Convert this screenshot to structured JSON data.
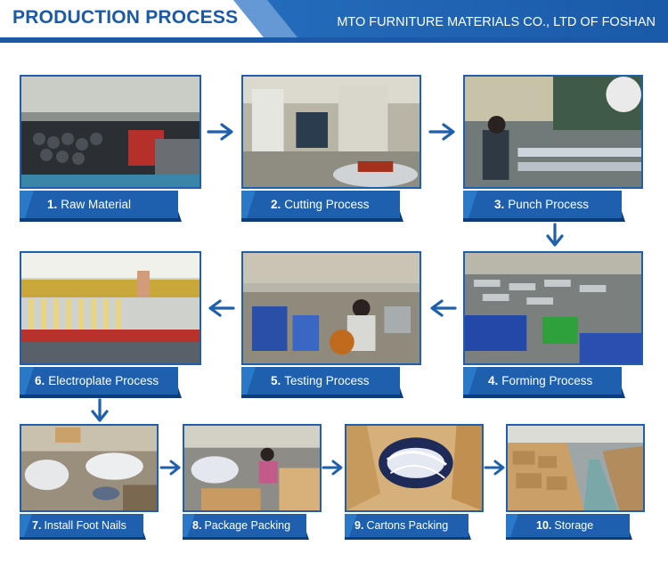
{
  "header": {
    "title": "PRODUCTION PROCESS",
    "company": "MTO FURNITURE MATERIALS CO., LTD OF FOSHAN"
  },
  "colors": {
    "primary": "#1e5fae",
    "dark": "#0d3c78",
    "light": "#2a78c8"
  },
  "steps": [
    {
      "num": "1.",
      "name": "Raw Material"
    },
    {
      "num": "2.",
      "name": "Cutting Process"
    },
    {
      "num": "3.",
      "name": "Punch Process"
    },
    {
      "num": "4.",
      "name": "Forming Process"
    },
    {
      "num": "5.",
      "name": "Testing Process"
    },
    {
      "num": "6.",
      "name": "Electroplate Process"
    },
    {
      "num": "7.",
      "name": "Install Foot Nails"
    },
    {
      "num": "8.",
      "name": "Package Packing"
    },
    {
      "num": "9.",
      "name": "Cartons Packing"
    },
    {
      "num": "10.",
      "name": "Storage"
    }
  ]
}
